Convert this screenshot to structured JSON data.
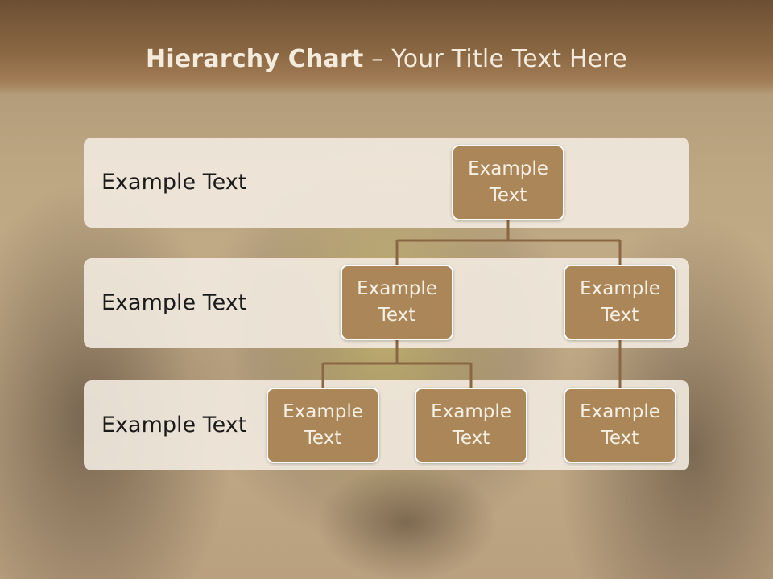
{
  "slide": {
    "title_bold": "Hierarchy Chart",
    "title_rest": " – Your Title Text Here"
  },
  "levels": [
    {
      "label": "Example Text"
    },
    {
      "label": "Example Text"
    },
    {
      "label": "Example Text"
    }
  ],
  "nodes": {
    "root": {
      "text": "Example Text"
    },
    "level2_left": {
      "text": "Example Text"
    },
    "level2_right": {
      "text": "Example Text"
    },
    "level3_left_a": {
      "text": "Example Text"
    },
    "level3_left_b": {
      "text": "Example Text"
    },
    "level3_right": {
      "text": "Example Text"
    }
  },
  "colors": {
    "header": "#8a6743",
    "node_fill": "#aa8659",
    "band": "#f2eae0",
    "connector": "#8a6743"
  }
}
